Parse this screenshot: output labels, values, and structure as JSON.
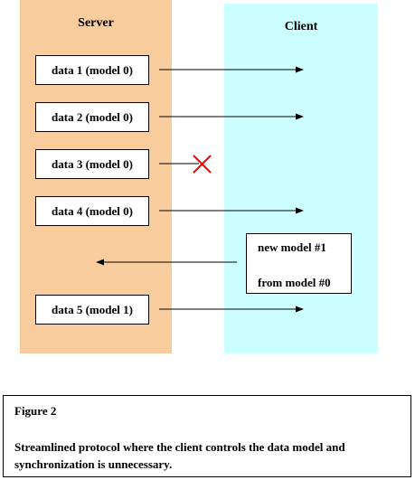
{
  "diagram": {
    "server_label": "Server",
    "client_label": "Client",
    "colors": {
      "server_lane": "#f9cc9d",
      "client_lane": "#ccffff",
      "arrow": "#000000",
      "lost_marker": "#ff0000"
    },
    "messages": [
      {
        "label": "data 1 (model 0)",
        "delivered": true
      },
      {
        "label": "data 2 (model 0)",
        "delivered": true
      },
      {
        "label": "data 3 (model 0)",
        "delivered": false
      },
      {
        "label": "data 4 (model 0)",
        "delivered": true
      },
      {
        "label": "data 5 (model 1)",
        "delivered": true
      }
    ],
    "client_message": {
      "line1": "new model #1",
      "line2": "from model #0"
    }
  },
  "caption": {
    "title": "Figure 2",
    "text": "Streamlined protocol where the client controls the data model and synchronization is unnecessary."
  }
}
